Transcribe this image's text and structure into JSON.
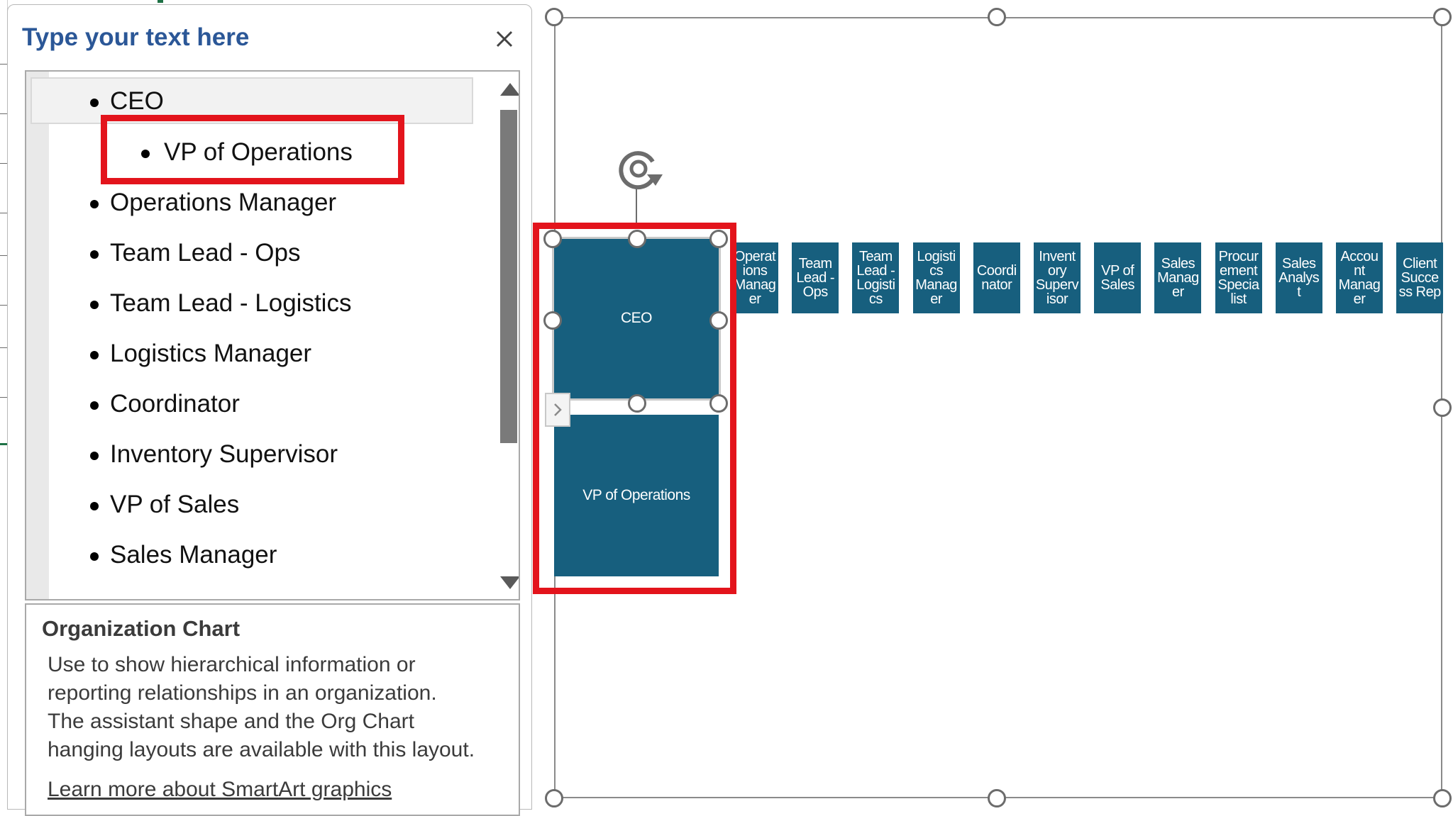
{
  "pane": {
    "title": "Type your text here",
    "items": [
      {
        "label": "CEO",
        "level": 1,
        "selected": true
      },
      {
        "label": "VP of Operations",
        "level": 2
      },
      {
        "label": "Operations Manager",
        "level": 1
      },
      {
        "label": "Team Lead - Ops",
        "level": 1
      },
      {
        "label": "Team Lead - Logistics",
        "level": 1
      },
      {
        "label": "Logistics Manager",
        "level": 1
      },
      {
        "label": "Coordinator",
        "level": 1
      },
      {
        "label": "Inventory Supervisor",
        "level": 1
      },
      {
        "label": "VP of Sales",
        "level": 1
      },
      {
        "label": "Sales Manager",
        "level": 1
      }
    ],
    "description": {
      "title": "Organization Chart",
      "lines": [
        "Use to show hierarchical information or",
        "reporting relationships in an organization.",
        "The assistant shape and the Org Chart",
        "hanging layouts are available with this layout."
      ],
      "link": "Learn more about SmartArt graphics"
    }
  },
  "chart": {
    "main_boxes": [
      "CEO",
      "VP of Operations"
    ],
    "small_boxes": [
      [
        "Operat",
        "ions",
        "Manag",
        "er"
      ],
      [
        "Team",
        "Lead -",
        "Ops"
      ],
      [
        "Team",
        "Lead -",
        "Logisti",
        "cs"
      ],
      [
        "Logisti",
        "cs",
        "Manag",
        "er"
      ],
      [
        "Coordi",
        "nator"
      ],
      [
        "Invent",
        "ory",
        "Superv",
        "isor"
      ],
      [
        "VP of",
        "Sales"
      ],
      [
        "Sales",
        "Manag",
        "er"
      ],
      [
        "Procur",
        "ement",
        "Specia",
        "list"
      ],
      [
        "Sales",
        "Analys",
        "t"
      ],
      [
        "Accou",
        "nt",
        "Manag",
        "er"
      ],
      [
        "Client",
        "Succe",
        "ss Rep"
      ]
    ]
  },
  "colors": {
    "box_fill": "#175f7e",
    "annotation_red": "#e3141c",
    "title_blue": "#2b5797"
  },
  "icons": {
    "close": "close-icon",
    "rotate": "rotate-icon",
    "scroll_up": "scroll-up-arrow-icon",
    "scroll_down": "scroll-down-arrow-icon",
    "expand": "chevron-right-icon"
  }
}
